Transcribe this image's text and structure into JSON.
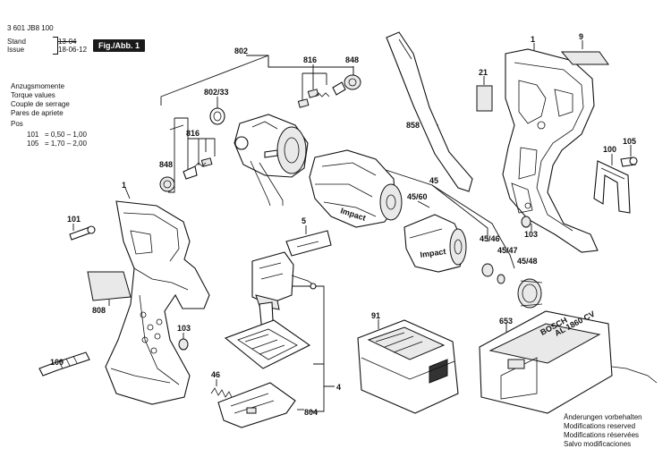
{
  "header": {
    "doc_number": "3 601 JB8 100",
    "stand_label": "Stand",
    "stand_value": "13-04",
    "issue_label": "Issue",
    "issue_value": "18-06-12",
    "fig_badge": "Fig./Abb. 1"
  },
  "torque_notes": {
    "lines": [
      "Anzugsmomente",
      "Torque values",
      "Couple de serrage",
      "Pares de apriete",
      "Pos"
    ],
    "values": [
      {
        "pos": "101",
        "range": "= 0,50 – 1,00"
      },
      {
        "pos": "105",
        "range": "= 1,70 – 2,00"
      }
    ]
  },
  "modifications_note": [
    "Änderungen vorbehalten",
    "Modifications reserved",
    "Modifications réservées",
    "Salvo modificaciones"
  ],
  "part_labels": {
    "p1_right": "1",
    "p9": "9",
    "p802": "802",
    "p816_top": "816",
    "p848_top": "848",
    "p21": "21",
    "p802_33": "802/33",
    "p858": "858",
    "p816_left": "816",
    "p848_left": "848",
    "p100": "100",
    "p105": "105",
    "p45": "45",
    "p45_60": "45/60",
    "p1_left": "1",
    "p101": "101",
    "p5": "5",
    "p103_right": "103",
    "p45_46": "45/46",
    "p45_47": "45/47",
    "p45_48": "45/48",
    "p808": "808",
    "p91": "91",
    "p653": "653",
    "p103_left": "103",
    "p109": "109",
    "p4": "4",
    "p46": "46",
    "p804": "804"
  },
  "product_text": {
    "brand": "BOSCH",
    "housing_marking": "Impact",
    "nose_marking": "Impact",
    "charger_model": "AL 1860 CV"
  }
}
